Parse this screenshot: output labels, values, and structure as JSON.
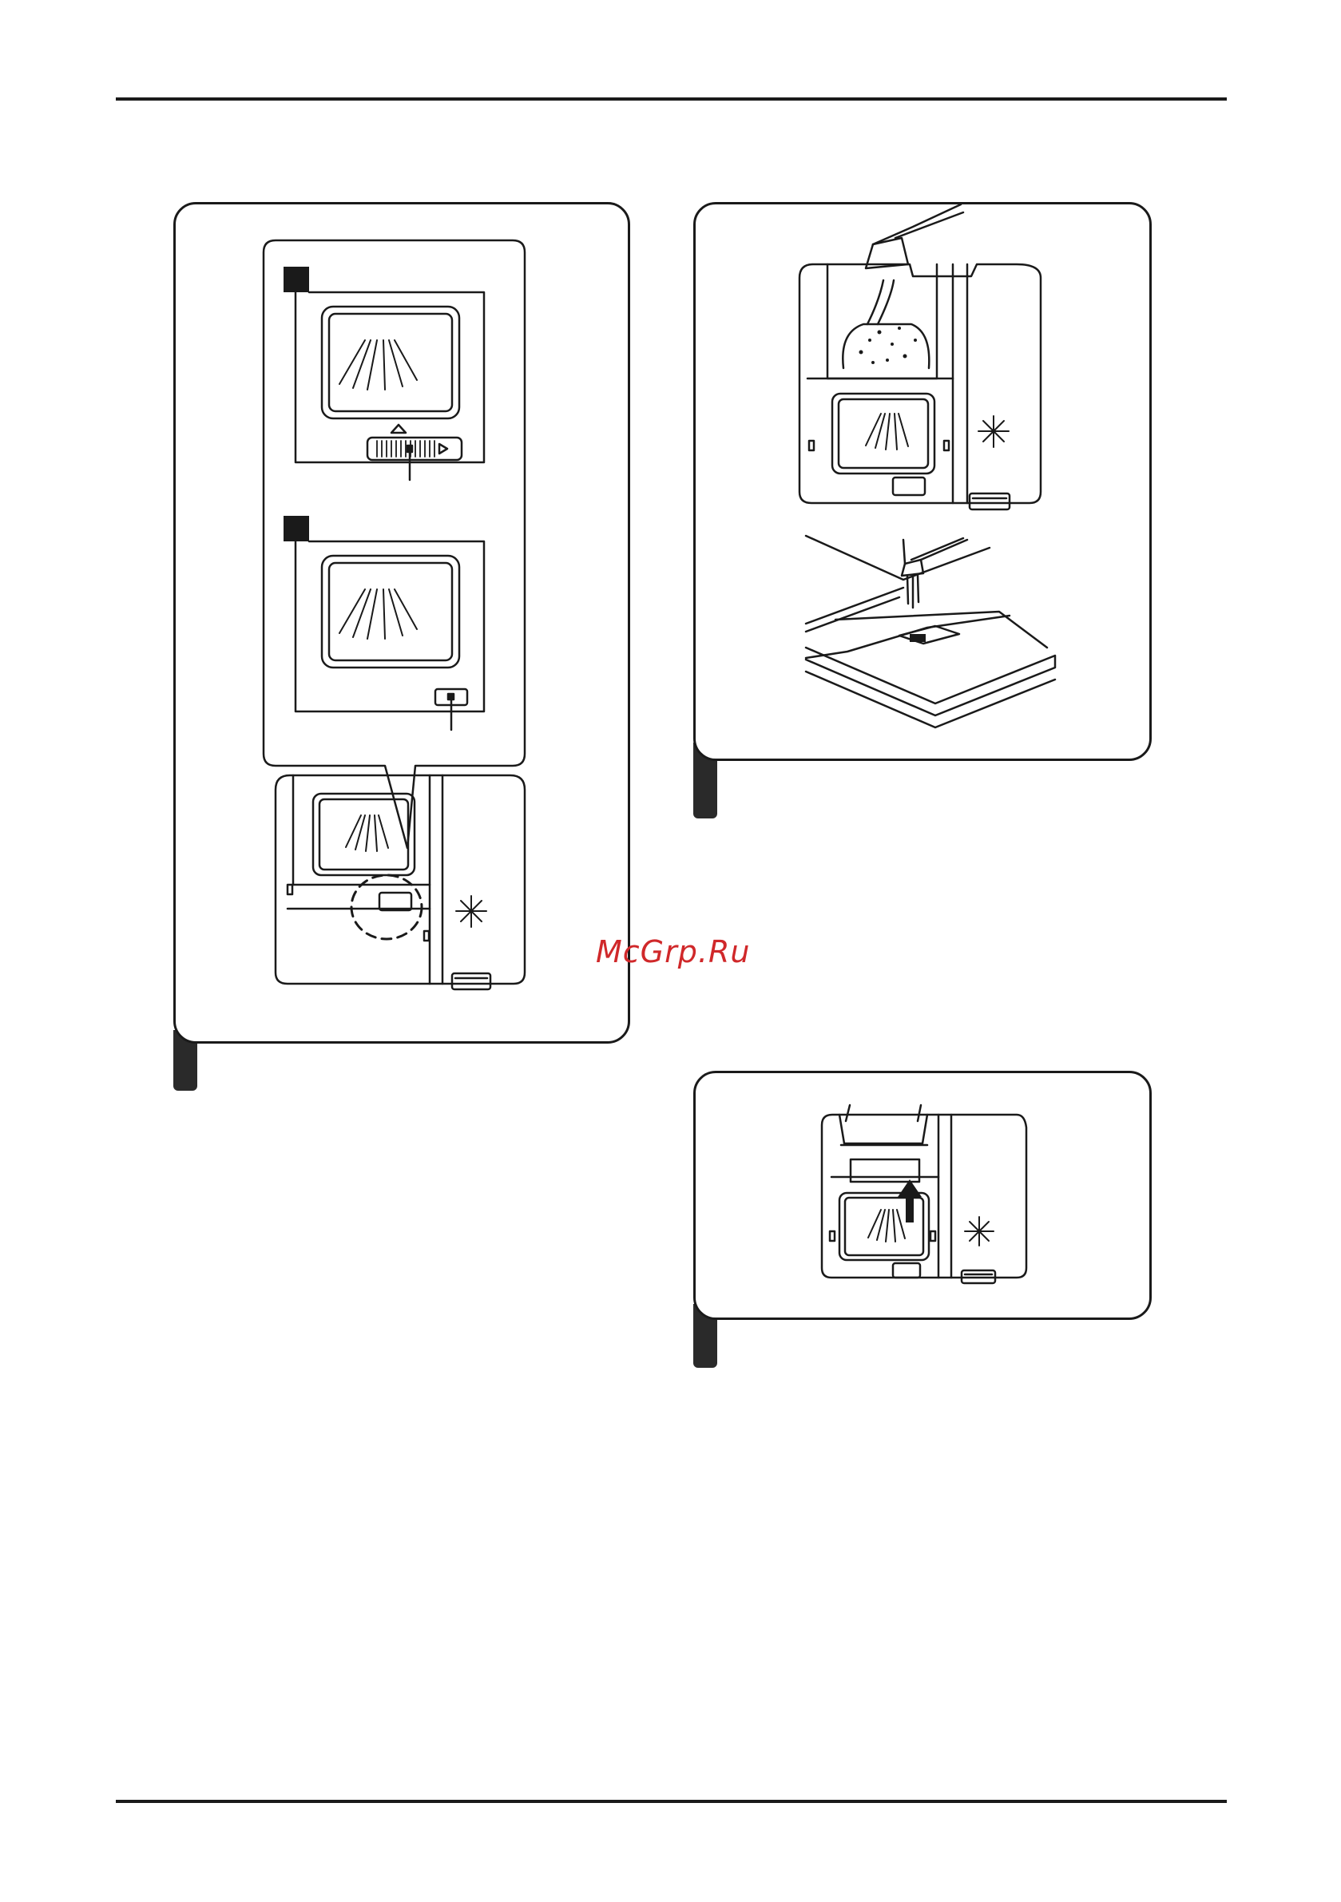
{
  "watermark": {
    "text": "McGrp.Ru",
    "color": "#d0282a"
  },
  "figures": [
    {
      "name": "rinse-aid-level-indicator",
      "icon": "sparkle-icon"
    },
    {
      "name": "pour-detergent",
      "icon": "sparkle-icon"
    },
    {
      "name": "close-lid",
      "icon": "arrow-up-icon"
    }
  ]
}
